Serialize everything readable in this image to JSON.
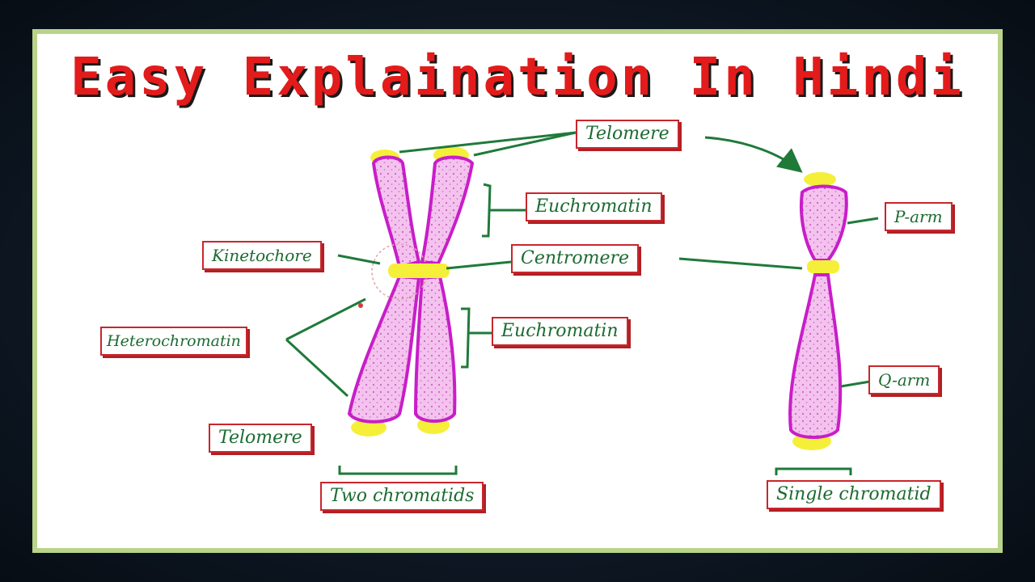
{
  "title": "Easy Explaination In Hindi",
  "labels": {
    "telomere_top": "Telomere",
    "euchromatin_upper": "Euchromatin",
    "kinetochore": "Kinetochore",
    "centromere": "Centromere",
    "heterochromatin": "Heterochromatin",
    "euchromatin_lower": "Euchromatin",
    "telomere_bottom": "Telomere",
    "two_chromatids": "Two chromatids",
    "p_arm": "P-arm",
    "q_arm": "Q-arm",
    "single_chromatid": "Single chromatid"
  },
  "colors": {
    "chromosome_fill": "#f0b8ea",
    "chromosome_outline": "#c81ec8",
    "telomere_yellow": "#f5ef3a",
    "leader_green": "#1f7a3a",
    "label_border": "#c9262c",
    "title_red": "#e31b1b"
  }
}
